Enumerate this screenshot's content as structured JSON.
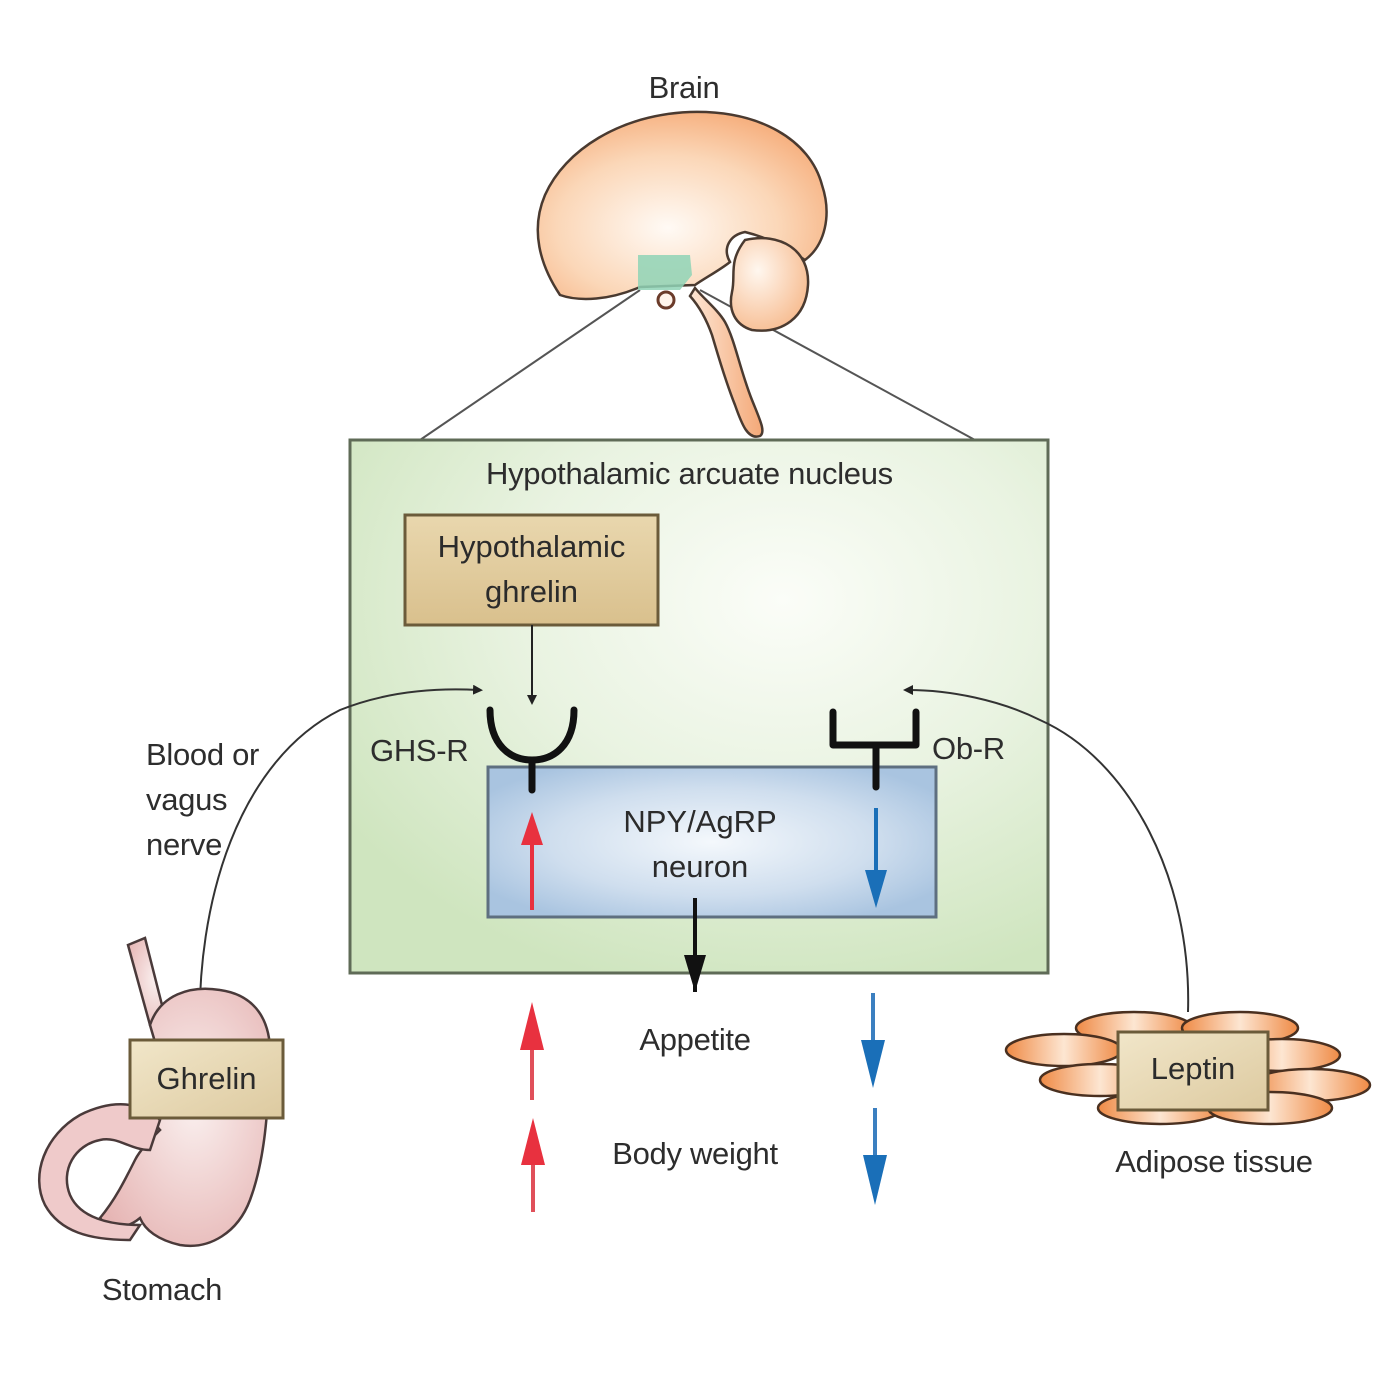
{
  "diagram": {
    "title_regions": {
      "brain": "Brain",
      "arcuate_nucleus": "Hypothalamic arcuate nucleus",
      "stomach": "Stomach",
      "adipose": "Adipose tissue"
    },
    "boxes": {
      "hypothalamic_ghrelin": [
        "Hypothalamic",
        "ghrelin"
      ],
      "neuron": [
        "NPY/AgRP",
        "neuron"
      ],
      "ghrelin": "Ghrelin",
      "leptin": "Leptin"
    },
    "receptors": {
      "ghs_r": "GHS-R",
      "ob_r": "Ob-R"
    },
    "pathway_label": [
      "Blood or",
      "vagus",
      "nerve"
    ],
    "outcomes": [
      {
        "label": "Appetite",
        "ghrelin_effect": "increase",
        "leptin_effect": "decrease"
      },
      {
        "label": "Body weight",
        "ghrelin_effect": "increase",
        "leptin_effect": "decrease"
      }
    ],
    "neuron_effects": {
      "ghrelin_on_neuron": "increase",
      "leptin_on_neuron": "decrease"
    },
    "colors": {
      "increase_arrow": "#e8313f",
      "decrease_arrow": "#1a6fb8",
      "arcuate_fill": "#d6e8c8",
      "neuron_fill": "#b7cfe6",
      "label_box_fill": "#e3d2a8",
      "brain_fill": "#f6b07c",
      "hypothalamus_fill": "#8fd3b6",
      "stomach_fill": "#ecc6c4",
      "adipose_fill": "#f2a36a"
    }
  }
}
